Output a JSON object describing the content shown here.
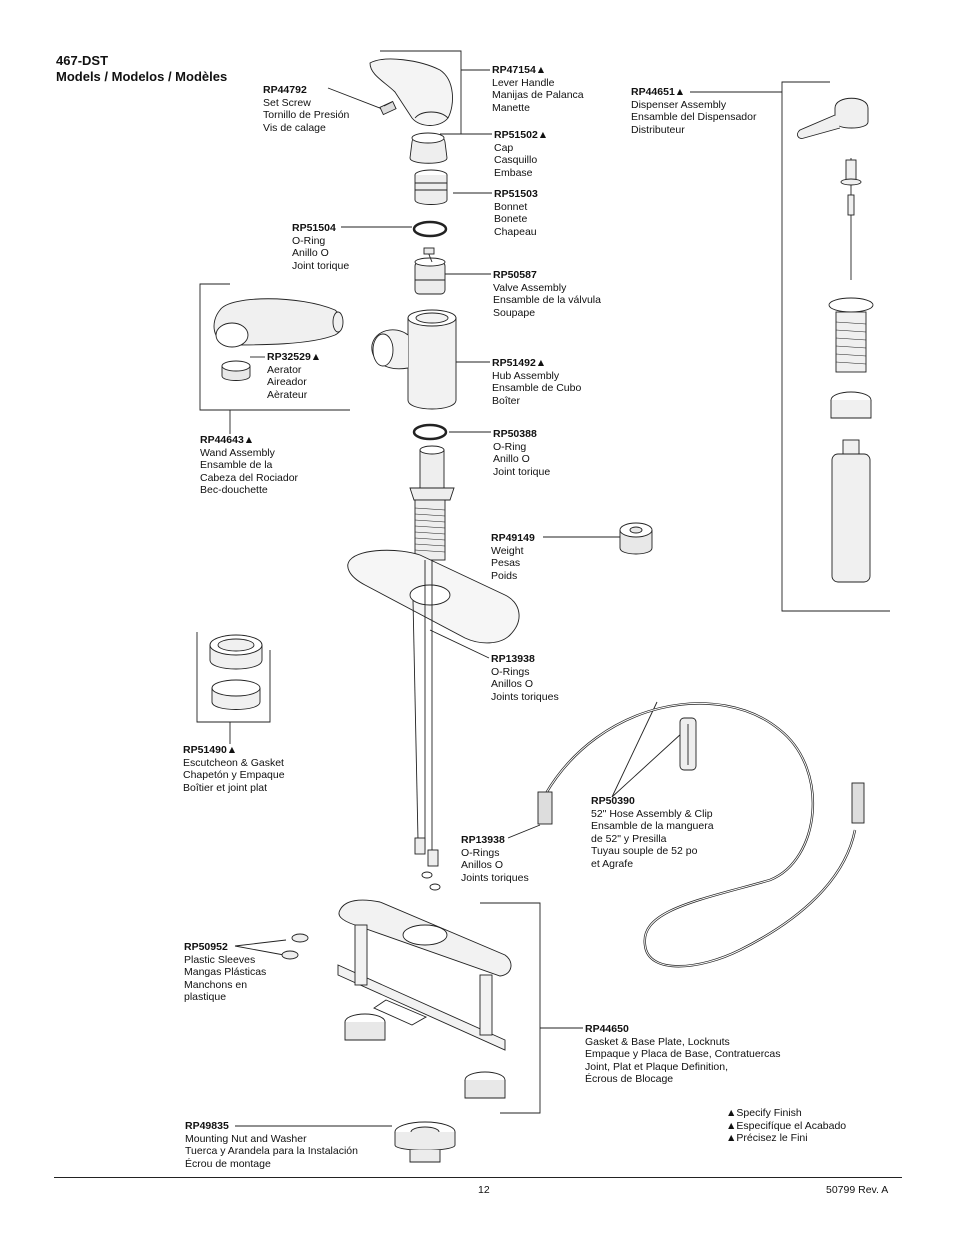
{
  "header": {
    "model": "467-DST",
    "subtitle": "Models / Modelos / Modèles"
  },
  "parts": [
    {
      "id": "p1",
      "number": "RP44792",
      "lines": [
        "Set Screw",
        "Tornillo de Presión",
        "Vis de calage"
      ]
    },
    {
      "id": "p2",
      "number": "RP47154▲",
      "lines": [
        "Lever Handle",
        "Manijas de Palanca",
        "Manette"
      ]
    },
    {
      "id": "p3",
      "number": "RP44651▲",
      "lines": [
        "Dispenser Assembly",
        "Ensamble del Dispensador",
        "Distributeur"
      ]
    },
    {
      "id": "p4",
      "number": "RP51502▲",
      "lines": [
        "Cap",
        "Casquillo",
        "Embase"
      ]
    },
    {
      "id": "p5",
      "number": "RP51503",
      "lines": [
        "Bonnet",
        "Bonete",
        "Chapeau"
      ]
    },
    {
      "id": "p6",
      "number": "RP51504",
      "lines": [
        "O-Ring",
        "Anillo O",
        "Joint torique"
      ]
    },
    {
      "id": "p7",
      "number": "RP50587",
      "lines": [
        "Valve Assembly",
        "Ensamble de la válvula",
        "Soupape"
      ]
    },
    {
      "id": "p8",
      "number": "RP32529▲",
      "lines": [
        "Aerator",
        "Aireador",
        "Aèrateur"
      ]
    },
    {
      "id": "p9",
      "number": "RP51492▲",
      "lines": [
        "Hub Assembly",
        "Ensamble de Cubo",
        "Boîter"
      ]
    },
    {
      "id": "p10",
      "number": "RP44643▲",
      "lines": [
        "Wand Assembly",
        "Ensamble de la",
        "Cabeza del Rociador",
        "Bec-douchette"
      ]
    },
    {
      "id": "p11",
      "number": "RP50388",
      "lines": [
        "O-Ring",
        "Anillo O",
        "Joint torique"
      ]
    },
    {
      "id": "p12",
      "number": "RP49149",
      "lines": [
        "Weight",
        "Pesas",
        "Poids"
      ]
    },
    {
      "id": "p13",
      "number": "RP13938",
      "lines": [
        "O-Rings",
        "Anillos O",
        "Joints toriques"
      ]
    },
    {
      "id": "p14",
      "number": "RP51490▲",
      "lines": [
        "Escutcheon & Gasket",
        "Chapetón y Empaque",
        "Boîtier et joint plat"
      ]
    },
    {
      "id": "p15",
      "number": "RP50390",
      "lines": [
        "52\" Hose Assembly & Clip",
        "Ensamble de la manguera",
        "de 52\" y Presilla",
        "Tuyau souple de 52 po",
        "et Agrafe"
      ]
    },
    {
      "id": "p16",
      "number": "RP13938",
      "lines": [
        "O-Rings",
        "Anillos O",
        "Joints toriques"
      ]
    },
    {
      "id": "p17",
      "number": "RP50952",
      "lines": [
        "Plastic Sleeves",
        "Mangas Plásticas",
        "Manchons en",
        "plastique"
      ]
    },
    {
      "id": "p18",
      "number": "RP44650",
      "lines": [
        "Gasket & Base Plate, Locknuts",
        "Empaque y Placa de Base, Contratuercas",
        "Joint, Plat et Plaque Definition,",
        "Écrous de Blocage"
      ]
    },
    {
      "id": "p19",
      "number": "RP49835",
      "lines": [
        "Mounting Nut and Washer",
        "Tuerca y Arandela para la Instalación",
        "Écrou de montage"
      ]
    }
  ],
  "finish_note": [
    "▲Specify Finish",
    "▲Especifíque el Acabado",
    "▲Précisez le Fini"
  ],
  "footer": {
    "page_number": "12",
    "doc_number": "50799     Rev. A"
  }
}
